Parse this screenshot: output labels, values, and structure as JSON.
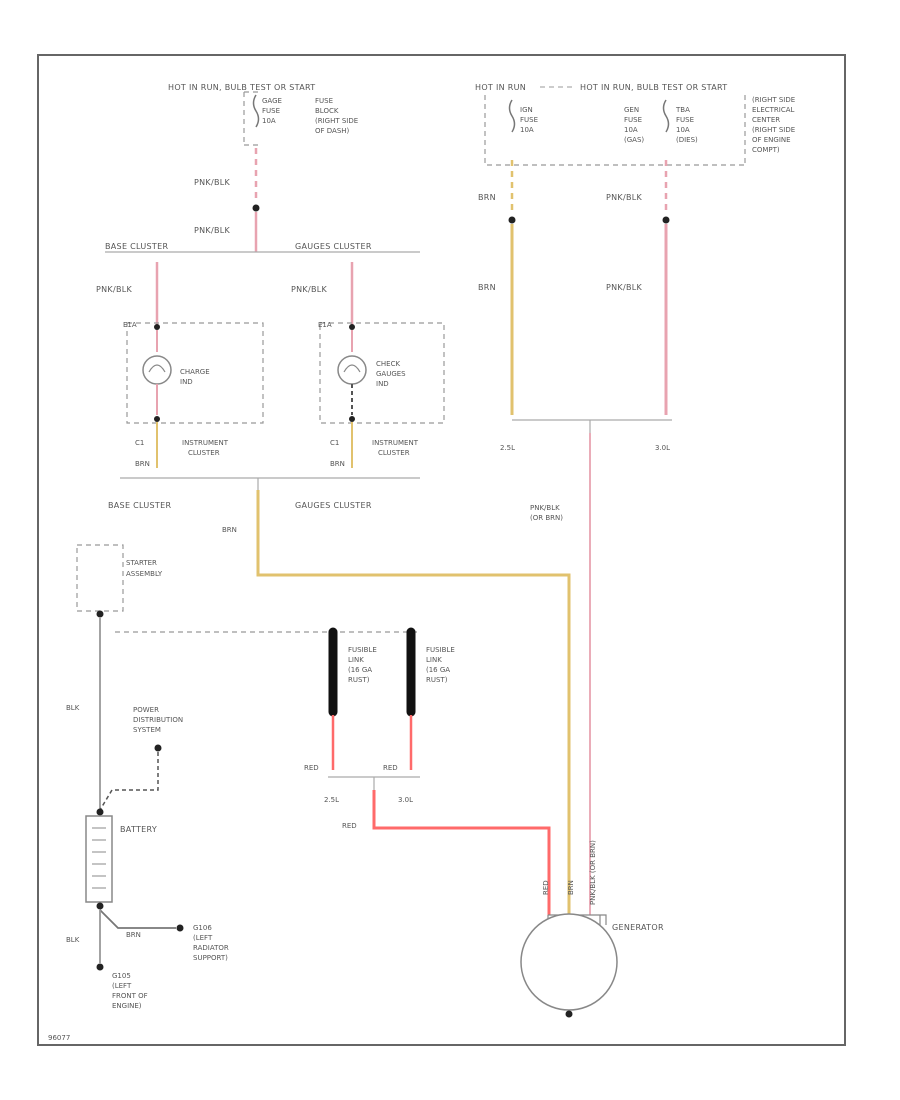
{
  "colors": {
    "pink_wire": "#e8a3b0",
    "brown_wire": "#e1c26e",
    "red_wire": "#ff6a6a",
    "black_wire": "#999999",
    "border": "#666666",
    "fusible_link": "#111111"
  },
  "fuse_block_left": {
    "header": "HOT IN RUN, BULB TEST OR START",
    "fuse_lines": [
      "GAGE",
      "FUSE",
      "10A"
    ],
    "location_lines": [
      "FUSE",
      "BLOCK",
      "(RIGHT SIDE",
      "OF DASH)"
    ],
    "wire1": "PNK/BLK",
    "wire2": "PNK/BLK"
  },
  "fuse_block_right": {
    "header_left": "HOT IN RUN",
    "header_right": "HOT IN RUN, BULB TEST OR START",
    "fuse1_lines": [
      "IGN",
      "FUSE",
      "10A"
    ],
    "fuse2_lines": [
      "GEN",
      "FUSE",
      "10A",
      "(GAS)"
    ],
    "fuse3_lines": [
      "TBA",
      "FUSE",
      "10A",
      "(DIES)"
    ],
    "location_lines": [
      "(RIGHT SIDE",
      "ELECTRICAL",
      "CENTER",
      "(RIGHT SIDE",
      "OF ENGINE",
      "COMPT)"
    ],
    "wire_brn_top": "BRN",
    "wire_brn_mid": "BRN",
    "wire_pnk_top": "PNK/BLK",
    "wire_pnk_mid": "PNK/BLK",
    "splice_left": "2.5L",
    "splice_right": "3.0L",
    "wire_down": "PNK/BLK",
    "wire_down2": "(OR BRN)"
  },
  "cluster": {
    "base_top": "BASE CLUSTER",
    "gauges_top": "GAUGES CLUSTER",
    "base_wire": "PNK/BLK",
    "gauges_wire": "PNK/BLK",
    "pin_top_left": "E1A",
    "pin_top_right": "E1A",
    "lamp_left_lines": [
      "CHARGE",
      "IND"
    ],
    "lamp_right_lines": [
      "CHECK",
      "GAUGES",
      "IND"
    ],
    "pin_bottom_left": "C1",
    "pin_bottom_right": "C1",
    "ic_left_lines": [
      "INSTRUMENT",
      "CLUSTER"
    ],
    "ic_right_lines": [
      "INSTRUMENT",
      "CLUSTER"
    ],
    "brn_left": "BRN",
    "brn_right": "BRN",
    "base_bottom": "BASE CLUSTER",
    "gauges_bottom": "GAUGES CLUSTER",
    "brn_down": "BRN"
  },
  "starter": {
    "lines": [
      "STARTER",
      "ASSEMBLY"
    ]
  },
  "fusible_links": {
    "left_lines": [
      "FUSIBLE",
      "LINK",
      "(16 GA",
      "RUST)"
    ],
    "right_lines": [
      "FUSIBLE",
      "LINK",
      "(16 GA",
      "RUST)"
    ],
    "red_left": "RED",
    "red_right": "RED",
    "splice_left": "2.5L",
    "splice_right": "3.0L",
    "red_down": "RED"
  },
  "battery": {
    "blk_top": "BLK",
    "pds_lines": [
      "POWER",
      "DISTRIBUTION",
      "SYSTEM"
    ],
    "label": "BATTERY",
    "blk_bottom": "BLK",
    "brn_ground": "BRN",
    "g106_lines": [
      "G106",
      "(LEFT",
      "RADIATOR",
      "SUPPORT)"
    ],
    "g105_lines": [
      "G105",
      "(LEFT",
      "FRONT OF",
      "ENGINE)"
    ]
  },
  "generator": {
    "label": "GENERATOR",
    "pin_red": "RED",
    "pin_brn": "BRN",
    "pin_pnk": "PNK/BLK (OR BRN)"
  },
  "footer_code": "96077"
}
